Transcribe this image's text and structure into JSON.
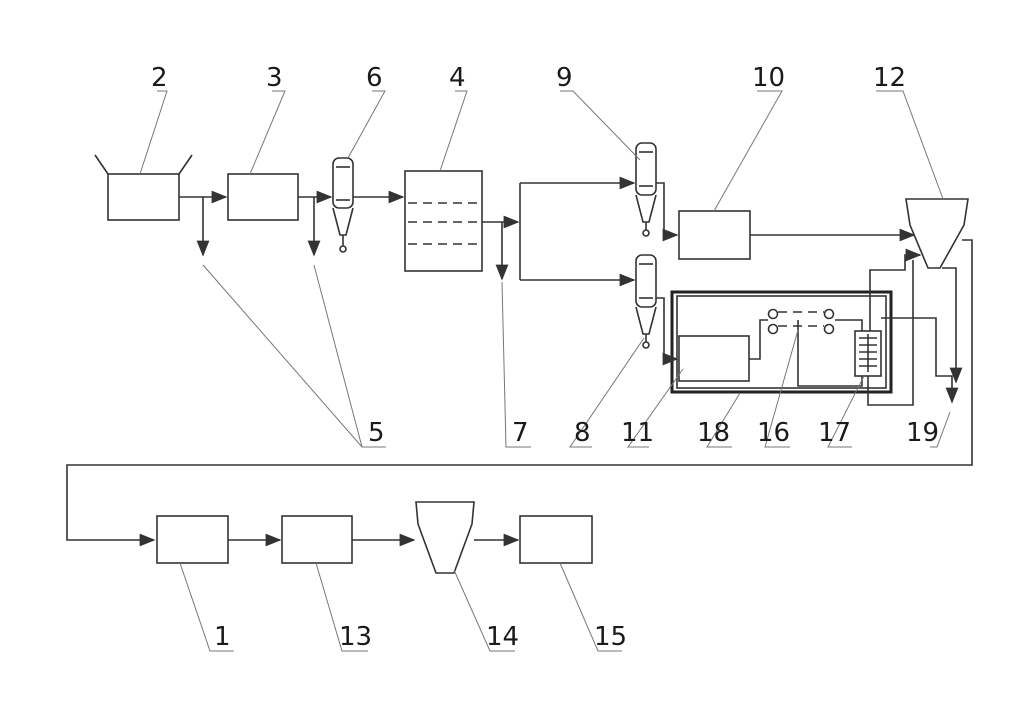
{
  "labels": {
    "l1": "1",
    "l2": "2",
    "l3": "3",
    "l4": "4",
    "l5": "5",
    "l6": "6",
    "l7": "7",
    "l8": "8",
    "l9": "9",
    "l10": "10",
    "l11": "11",
    "l12": "12",
    "l13": "13",
    "l14": "14",
    "l15": "15",
    "l16": "16",
    "l17": "17",
    "l18": "18",
    "l19": "19"
  },
  "colors": {
    "line": "#333333",
    "leader": "#777777",
    "background": "#ffffff"
  }
}
